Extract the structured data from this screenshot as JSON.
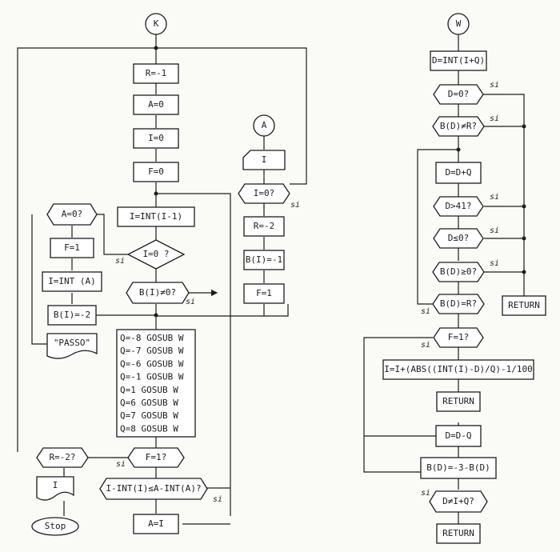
{
  "left": {
    "connector_k": "K",
    "r_init": "R=-1",
    "a_init": "A=0",
    "i_init": "I=0",
    "f_init": "F=0",
    "i_dec": "I=INT(I-1)",
    "test_i0": "I=0 ?",
    "test_bi": "B(I)≠0?",
    "test_a0": "A=0?",
    "f_set": "F=1",
    "i_int_a": "I=INT (A)",
    "bi_set": "B(I)=-2",
    "passo": "\"PASSO\"",
    "gosub_lines": [
      "Q=-8  GOSUB  W",
      "Q=-7  GOSUB  W",
      "Q=-6  GOSUB  W",
      "Q=-1  GOSUB  W",
      "Q=1  GOSUB  W",
      "Q=6  GOSUB  W",
      "Q=7  GOSUB  W",
      "Q=8  GOSUB  W"
    ],
    "test_r": "R=-2?",
    "test_f": "F=1?",
    "test_int": "I-INT(I)≤A-INT(A)?",
    "a_set": "A=I",
    "print_i": "I",
    "stop": "Stop",
    "si": "si"
  },
  "mid": {
    "connector_a": "A",
    "input_i": "I",
    "test_i0": "I=0?",
    "r_set": "R=-2",
    "bi_set": "B(I)=-1",
    "f_set": "F=1",
    "si": "si"
  },
  "right": {
    "connector_w": "W",
    "d_calc": "D=INT(I+Q)",
    "test_d0": "D=0?",
    "test_bd_ne_r": "B(D)≠R?",
    "d_add": "D=D+Q",
    "test_d41": "D>41?",
    "test_dle0": "D≤0?",
    "test_bd_ge0": "B(D)≥0?",
    "test_bd_eq_r": "B(D)=R?",
    "return1": "RETURN",
    "test_f1": "F=1?",
    "i_update": "I=I+(ABS((INT(I)-D)/Q)-1/100",
    "return2": "RETURN",
    "d_sub": "D=D-Q",
    "bd_set": "B(D)=-3-B(D)",
    "test_d_ne": "D≠I+Q?",
    "return3": "RETURN",
    "si": "si"
  }
}
